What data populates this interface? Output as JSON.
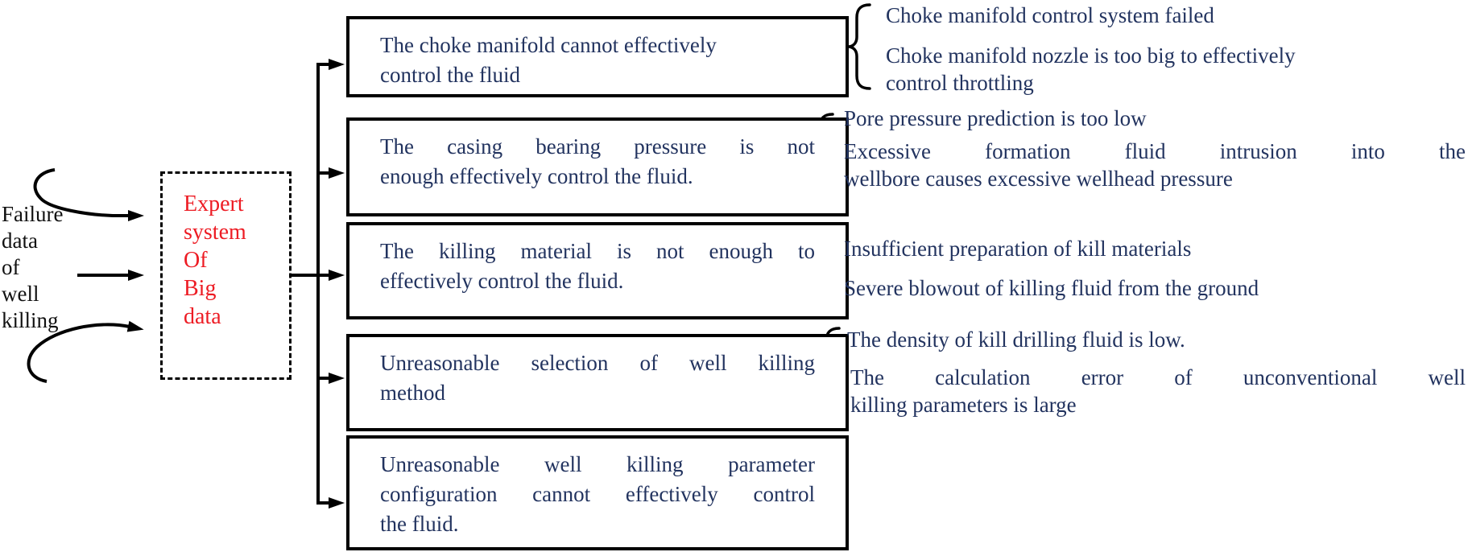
{
  "palette": {
    "text_navy": "#22335f",
    "accent_red": "#ed1c24",
    "line_black": "#000000"
  },
  "source_label": {
    "text": "Failure\ndata\nof\nwell\nkilling"
  },
  "expert_system": {
    "label": "Expert\nsystem\nOf\nBig\ndata"
  },
  "failure_modes": [
    {
      "lines": [
        "The choke manifold cannot effectively",
        "control the fluid"
      ]
    },
    {
      "lines": [
        "The casing bearing pressure is not",
        "enough effectively control the fluid."
      ]
    },
    {
      "lines": [
        "The killing material is not enough to",
        "effectively control the fluid."
      ]
    },
    {
      "lines": [
        "Unreasonable selection of well killing",
        "method"
      ]
    },
    {
      "lines": [
        "Unreasonable well killing parameter",
        "configuration cannot effectively control",
        "the fluid."
      ]
    }
  ],
  "causes": [
    {
      "items": [
        {
          "lines": [
            "Choke manifold control system failed"
          ]
        },
        {
          "lines": [
            "Choke manifold nozzle is too big to effectively",
            "control throttling"
          ]
        }
      ]
    },
    {
      "items": [
        {
          "lines": [
            "Pore pressure prediction is too low"
          ]
        },
        {
          "lines": [
            "Excessive formation fluid intrusion into the",
            "wellbore causes excessive wellhead pressure"
          ]
        }
      ]
    },
    {
      "items": [
        {
          "lines": [
            "Insufficient preparation of kill materials"
          ]
        },
        {
          "lines": [
            "Severe blowout of killing fluid from the ground"
          ]
        }
      ]
    },
    {
      "items": [
        {
          "lines": [
            "The density of kill drilling fluid is low."
          ]
        },
        {
          "lines": [
            "The calculation error of unconventional well",
            "killing parameters is large"
          ]
        }
      ]
    }
  ]
}
